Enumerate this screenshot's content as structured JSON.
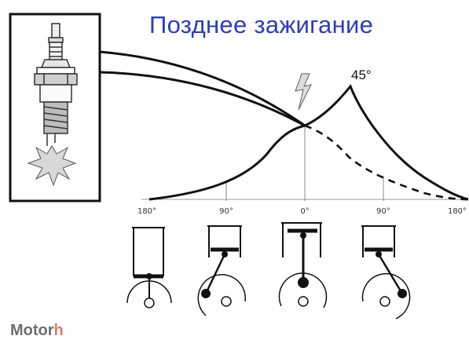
{
  "title": "Позднее зажигание",
  "peak_label": "45°",
  "axis_ticks": [
    "180°",
    "90°",
    "0°",
    "90°",
    "180°"
  ],
  "logo_text": "Motor",
  "logo_tail": "h",
  "icons": [
    "spark-plug-icon",
    "lightning-bolt-icon"
  ],
  "colors": {
    "title": "#2a3cc4",
    "lines": "#111111",
    "logo": "#6d6d6d"
  }
}
